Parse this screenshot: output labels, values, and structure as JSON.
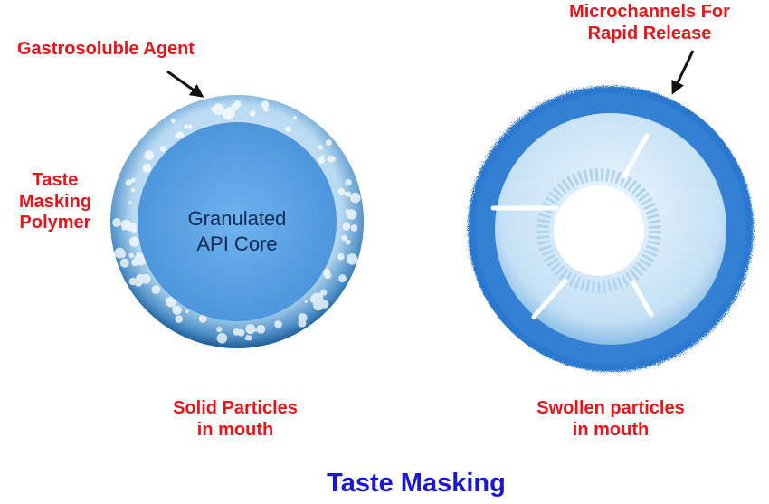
{
  "labels": {
    "gastrosoluble_agent": "Gastrosoluble Agent",
    "taste_masking_polymer": [
      "Taste",
      "Masking",
      "Polymer"
    ],
    "core": [
      "Granulated",
      "API Core"
    ],
    "microchannels": [
      "Microchannels For",
      "Rapid Release"
    ],
    "solid_particles": [
      "Solid Particles",
      "in mouth"
    ],
    "swollen_particles": [
      "Swollen particles",
      "in mouth"
    ]
  },
  "title": "Taste Masking",
  "colors": {
    "label_red": "#e8141b",
    "title_blue": "#1a16d6",
    "core_blue": "#5aa3e6",
    "coating_light": "#cfe6f7",
    "swollen_outer": "#2a78d0",
    "swollen_inner": "#d6ebf9"
  }
}
